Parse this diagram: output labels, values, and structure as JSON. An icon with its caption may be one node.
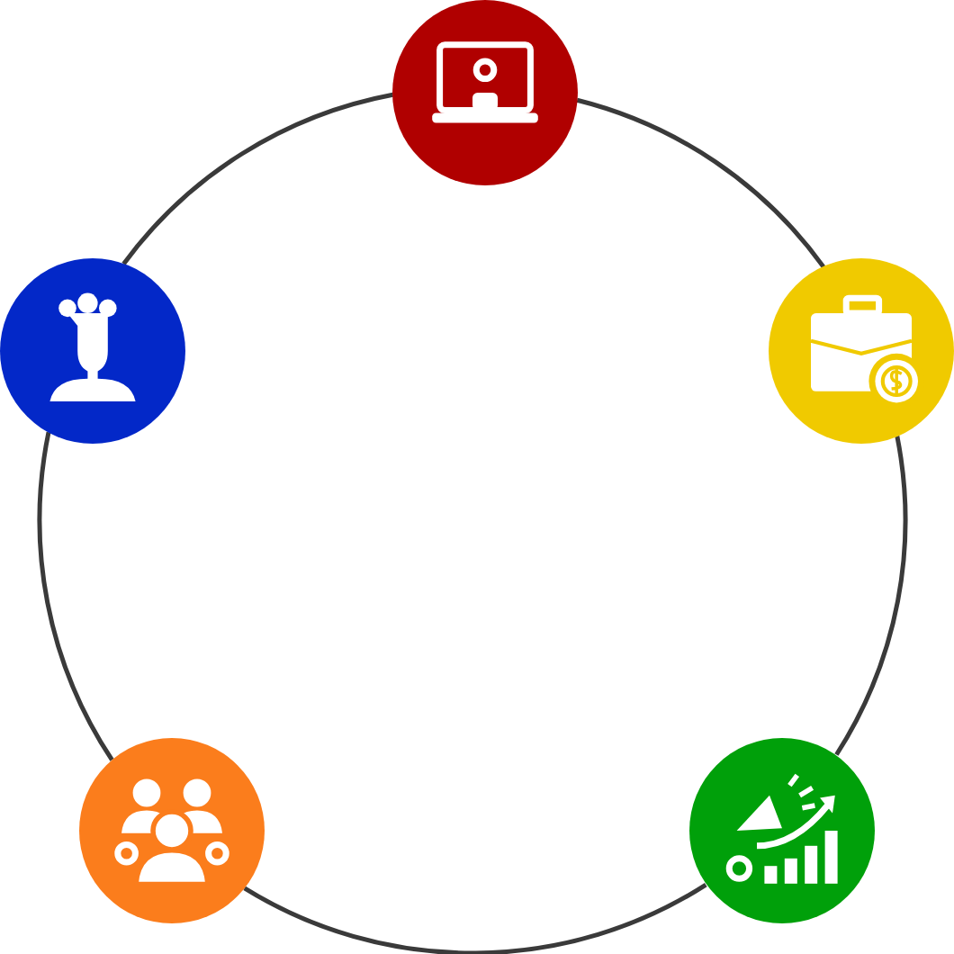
{
  "diagram": {
    "nodes": [
      {
        "text": [],
        "shape": "circle"
      },
      {
        "text": [],
        "shape": "circle"
      },
      {
        "text": [],
        "shape": "circle"
      },
      {
        "text": [],
        "shape": "circle"
      },
      {
        "text": [],
        "shape": "circle"
      }
    ],
    "edges": [
      {
        "from": 0,
        "to": 2,
        "arrow": "none"
      },
      {
        "from": 2,
        "to": 4,
        "arrow": "none"
      },
      {
        "from": 4,
        "to": 3,
        "arrow": "none"
      },
      {
        "from": 3,
        "to": 1,
        "arrow": "none"
      },
      {
        "from": 1,
        "to": 0,
        "arrow": "none"
      }
    ]
  }
}
